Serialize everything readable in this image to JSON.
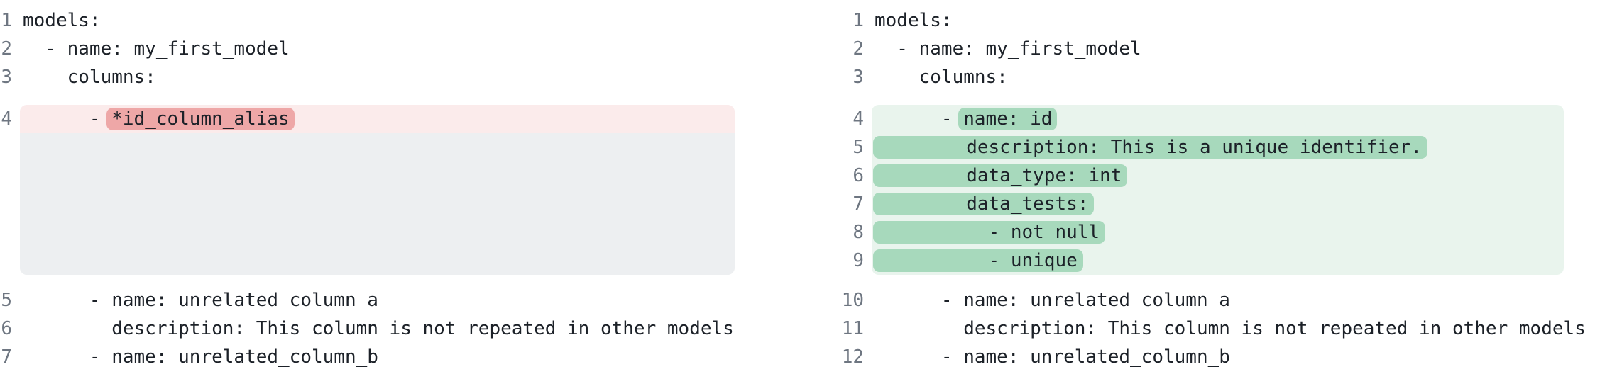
{
  "colors": {
    "page_bg": "#ffffff",
    "code_text": "#1c2128",
    "line_number": "#6e7681",
    "removed_line_bg": "#fbebeb",
    "removed_token_bg": "#eea7a7",
    "added_block_bg": "#e9f4ed",
    "added_token_bg": "#a7d9bc",
    "filler_bg": "#edeff1"
  },
  "left_panel": {
    "lines_top": [
      {
        "num": "1",
        "text": "models:"
      },
      {
        "num": "2",
        "text": "  - name: my_first_model"
      },
      {
        "num": "3",
        "text": "    columns:"
      }
    ],
    "removed_line": {
      "num": "4",
      "pre": "      - ",
      "token": "*id_column_alias"
    },
    "lines_bottom": [
      {
        "num": "5",
        "text": "      - name: unrelated_column_a"
      },
      {
        "num": "6",
        "text": "        description: This column is not repeated in other models"
      },
      {
        "num": "7",
        "text": "      - name: unrelated_column_b"
      }
    ]
  },
  "right_panel": {
    "lines_top": [
      {
        "num": "1",
        "text": "models:"
      },
      {
        "num": "2",
        "text": "  - name: my_first_model"
      },
      {
        "num": "3",
        "text": "    columns:"
      }
    ],
    "added_lines": [
      {
        "num": "4",
        "pre": "      - ",
        "token": "name: id"
      },
      {
        "num": "5",
        "pre": "",
        "token": "        description: This is a unique identifier."
      },
      {
        "num": "6",
        "pre": "",
        "token": "        data_type: int"
      },
      {
        "num": "7",
        "pre": "",
        "token": "        data_tests:"
      },
      {
        "num": "8",
        "pre": "",
        "token": "          - not_null"
      },
      {
        "num": "9",
        "pre": "",
        "token": "          - unique"
      }
    ],
    "lines_bottom": [
      {
        "num": "10",
        "text": "      - name: unrelated_column_a"
      },
      {
        "num": "11",
        "text": "        description: This column is not repeated in other models"
      },
      {
        "num": "12",
        "text": "      - name: unrelated_column_b"
      }
    ]
  }
}
